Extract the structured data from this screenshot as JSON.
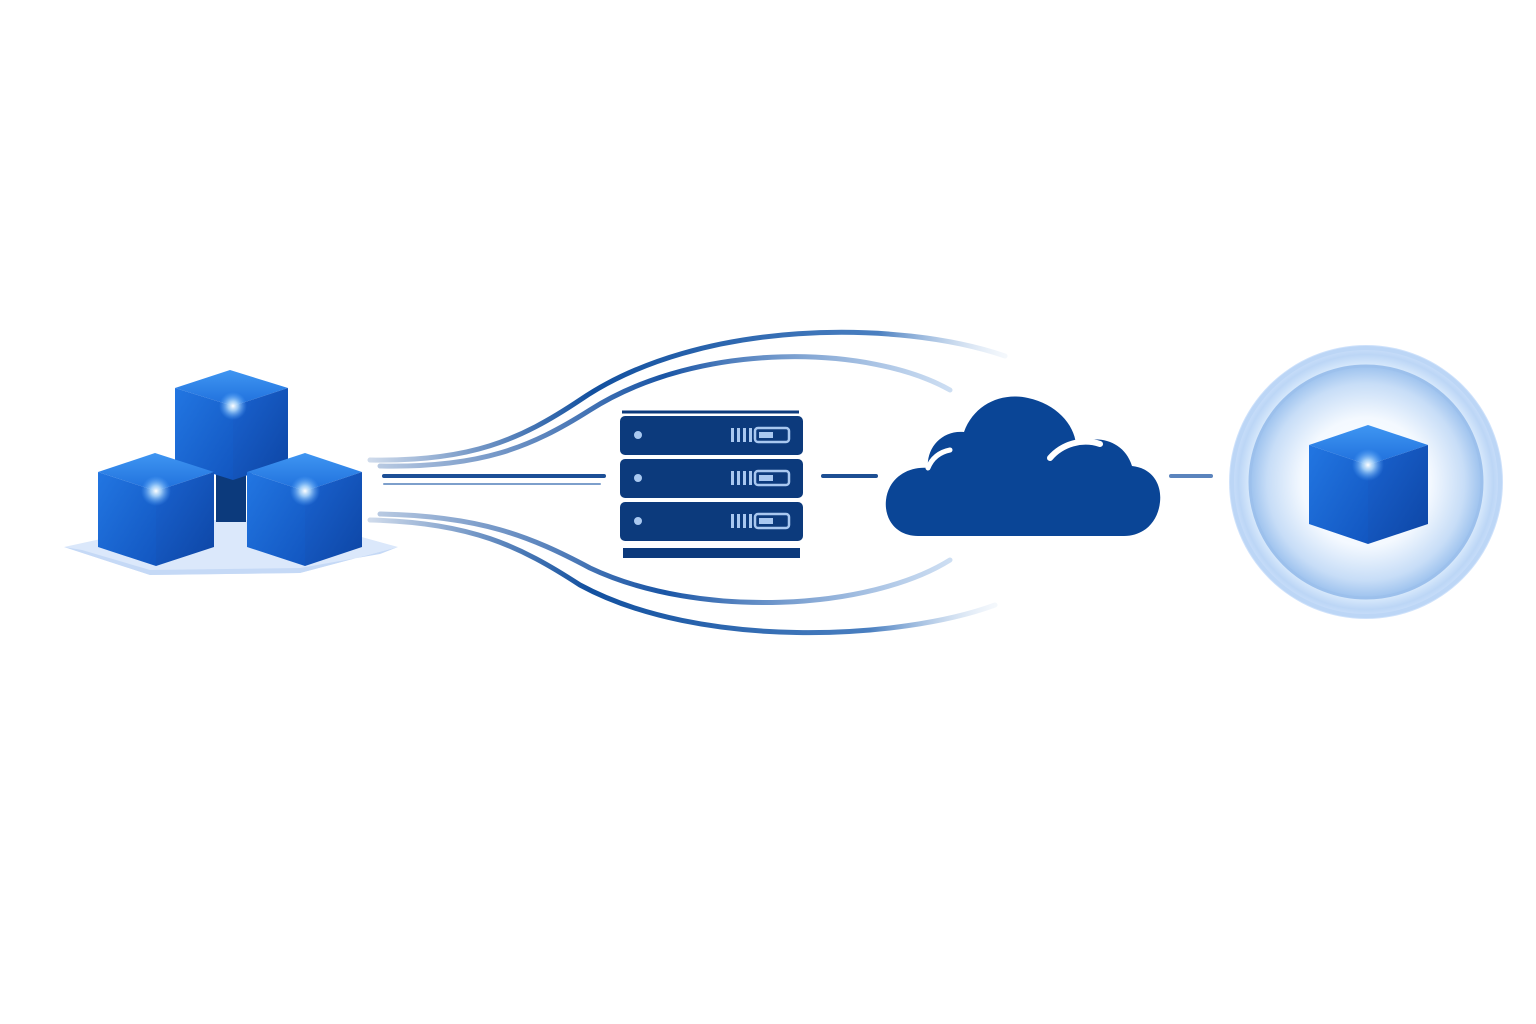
{
  "diagram": {
    "type": "infrastructure-flow",
    "nodes": [
      {
        "id": "cube-cluster",
        "icon": "cube-cluster-icon",
        "count": 3
      },
      {
        "id": "server-rack",
        "icon": "server-rack-icon",
        "units": 3
      },
      {
        "id": "cloud",
        "icon": "cloud-icon"
      },
      {
        "id": "single-cube",
        "icon": "glowing-cube-icon"
      }
    ],
    "edges": [
      {
        "from": "cube-cluster",
        "to": "server-rack",
        "style": "solid"
      },
      {
        "from": "cube-cluster",
        "to": "cloud",
        "style": "curved-fade",
        "count": 4
      },
      {
        "from": "server-rack",
        "to": "cloud",
        "style": "dash"
      },
      {
        "from": "cloud",
        "to": "single-cube",
        "style": "dash"
      }
    ],
    "colors": {
      "background": "#ffffff",
      "cube_light": "#2b7fe6",
      "cube_mid": "#1763d0",
      "cube_dark": "#0d47a8",
      "navy": "#0c3a7c",
      "cloud": "#0a4596",
      "rack_stripe": "#a9c8f0",
      "glow": "#cfe2fb",
      "connector": "#5b84bd"
    }
  }
}
